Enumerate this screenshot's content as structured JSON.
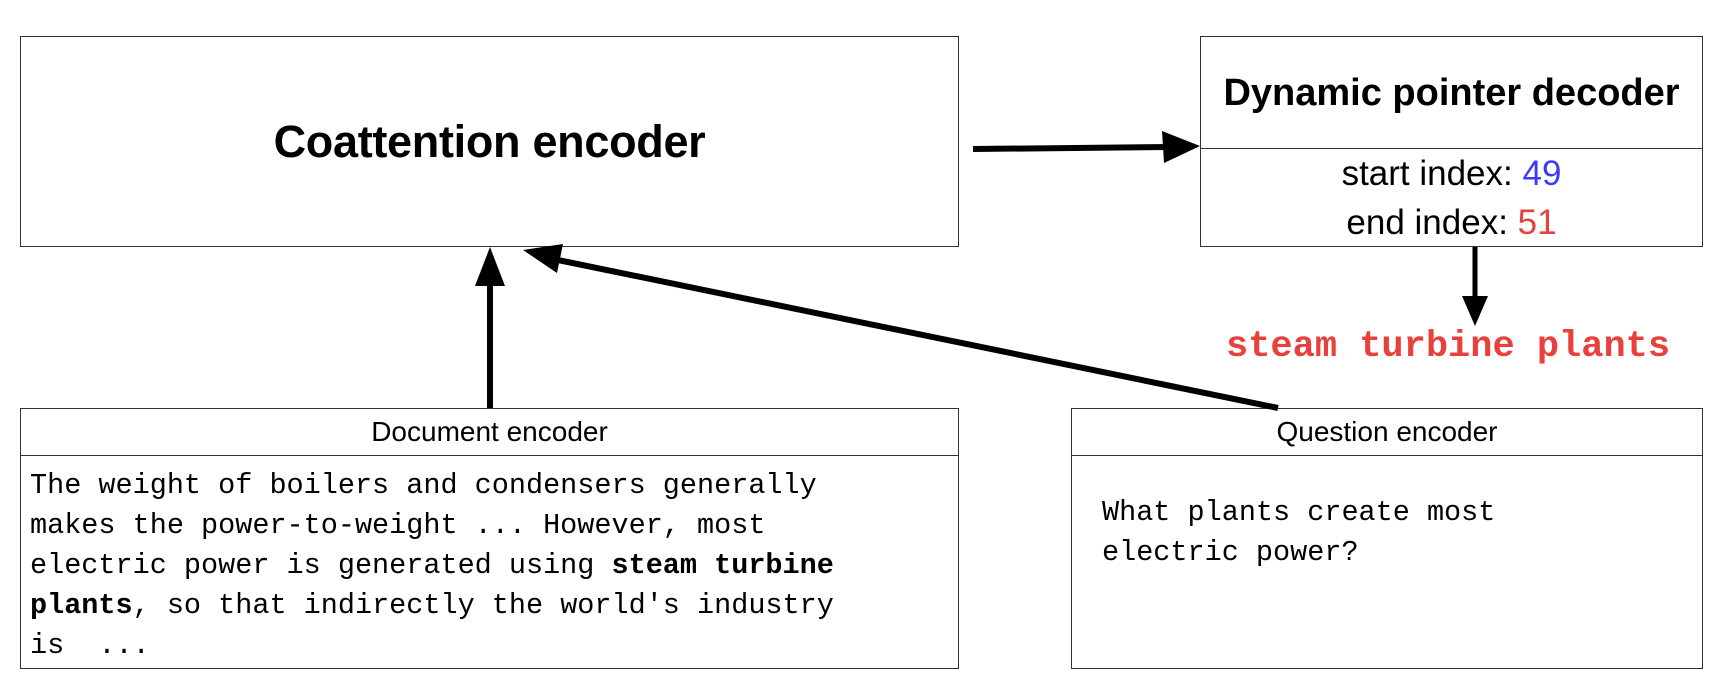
{
  "coattention": {
    "title": "Coattention encoder"
  },
  "decoder": {
    "title": "Dynamic pointer decoder",
    "start_label": "start index: ",
    "start_value": "49",
    "end_label": "end index: ",
    "end_value": "51"
  },
  "answer": "steam turbine plants",
  "document_encoder": {
    "title": "Document encoder",
    "line1": "The weight of boilers and condensers generally",
    "line2": "makes the power-to-weight ... However, most",
    "line3_pre": "electric power is generated using ",
    "line3_bold": "steam turbine",
    "line4_bold": "plants",
    "line4_post": ", so that indirectly the world's industry",
    "line5": "is  ..."
  },
  "question_encoder": {
    "title": "Question encoder",
    "line1": "What plants create most",
    "line2": "electric power?"
  },
  "colors": {
    "start_value": "#3b3bf5",
    "end_value": "#e8413d",
    "answer": "#e8413d"
  }
}
